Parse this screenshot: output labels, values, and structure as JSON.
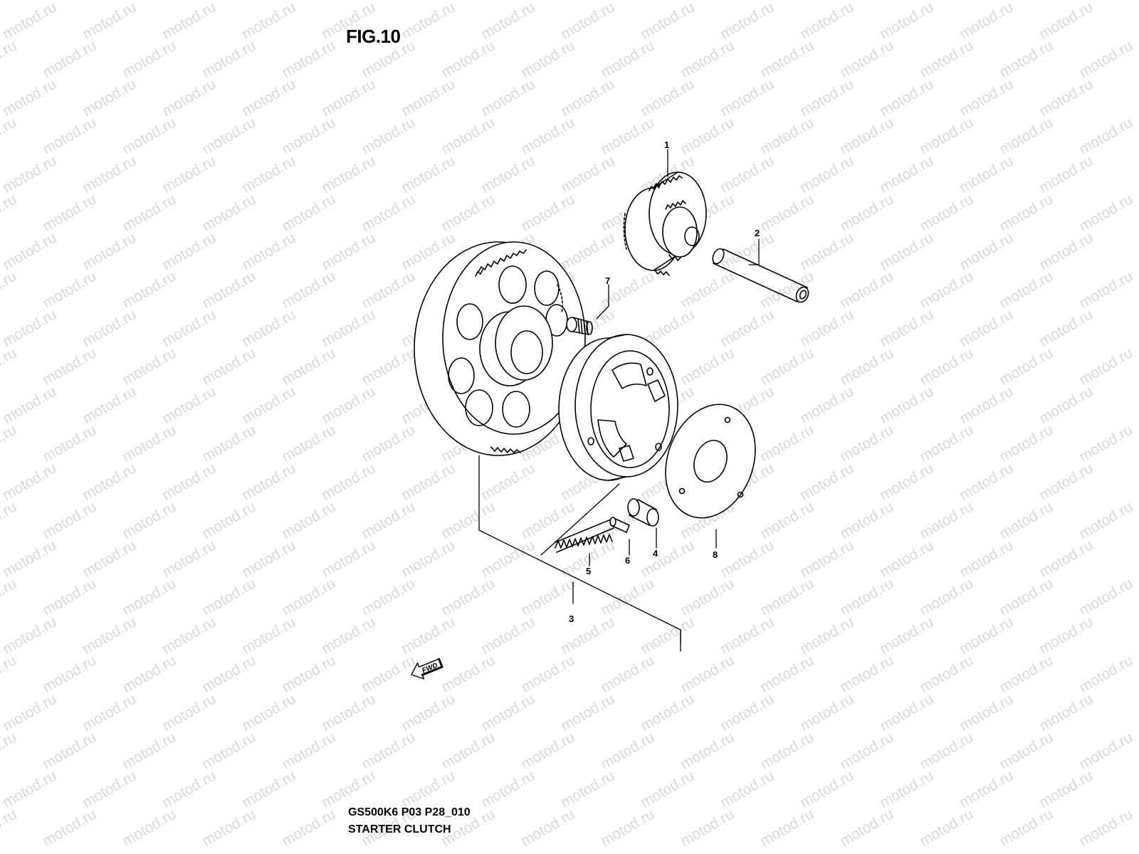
{
  "figure": {
    "title": "FIG.10",
    "model_code": "GS500K6 P03 P28_010",
    "name": "STARTER CLUTCH"
  },
  "callouts": [
    "1",
    "2",
    "3",
    "4",
    "5",
    "6",
    "7",
    "8"
  ],
  "direction_arrow": {
    "label": "FWD",
    "icon": "arrow-left-icon"
  },
  "watermark": {
    "text": "motod.ru",
    "color": "#d9d9d9"
  },
  "colors": {
    "line": "#000000",
    "background": "#ffffff"
  }
}
